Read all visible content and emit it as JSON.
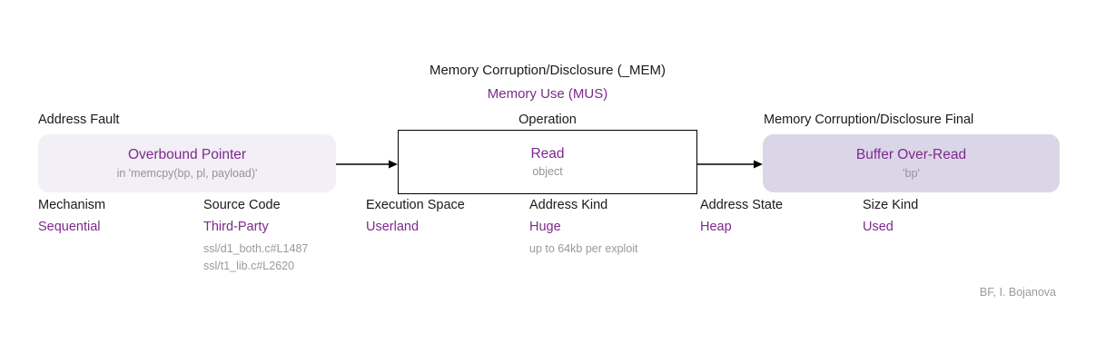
{
  "diagram": {
    "class_title": "Memory Corruption/Disclosure (_MEM)",
    "class_subtitle": "Memory Use (MUS)",
    "credit": "BF, I. Bojanova"
  },
  "nodes": [
    {
      "header": "Address Fault",
      "value": "Overbound Pointer",
      "note": "in 'memcpy(bp, pl, payload)'",
      "fill": "#f2eff7",
      "kind": "cause"
    },
    {
      "header": "Operation",
      "value": "Read",
      "note": "object",
      "fill": "#ffffff",
      "kind": "operation"
    },
    {
      "header": "Memory Corruption/Disclosure Final",
      "value": "Buffer Over-Read",
      "note": "'bp'",
      "fill": "#dbd6e7",
      "kind": "consequence"
    }
  ],
  "attributes": [
    {
      "name": "Mechanism",
      "value": "Sequential",
      "notes": []
    },
    {
      "name": "Source Code",
      "value": "Third-Party",
      "notes": [
        "ssl/d1_both.c#L1487",
        "ssl/t1_lib.c#L2620"
      ]
    },
    {
      "name": "Execution Space",
      "value": "Userland",
      "notes": []
    },
    {
      "name": "Address Kind",
      "value": "Huge",
      "notes": [
        "up to 64kb per exploit"
      ]
    },
    {
      "name": "Address State",
      "value": "Heap",
      "notes": []
    },
    {
      "name": "Size Kind",
      "value": "Used",
      "notes": []
    }
  ],
  "colors": {
    "accent_purple": "#7d2a8c",
    "text_dark": "#1a1a1a",
    "note_gray": "#9a9a9a",
    "fault_fill": "#f2eff7",
    "final_fill": "#dbd6e7",
    "arrow": "#000000"
  }
}
